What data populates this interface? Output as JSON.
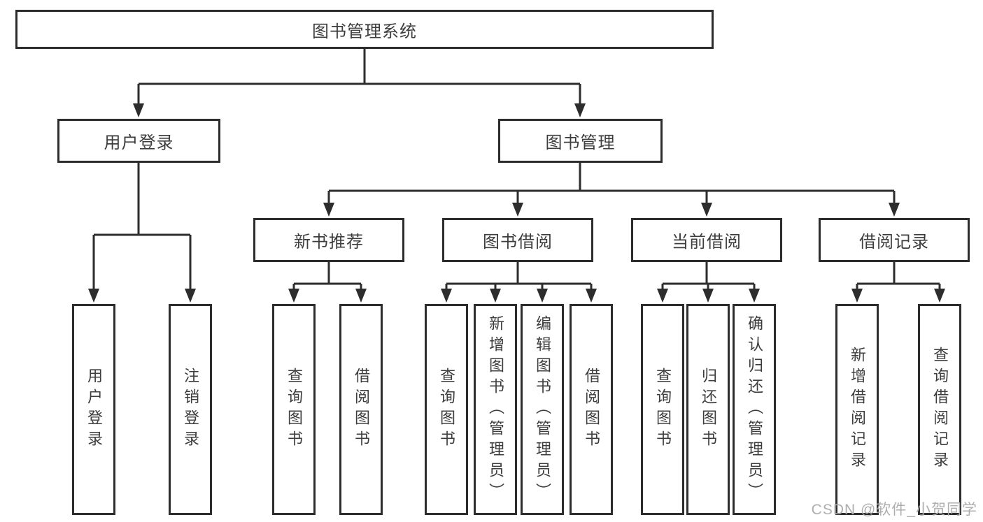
{
  "diagram": {
    "title": "图书管理系统",
    "root": {
      "label": "图书管理系统"
    },
    "branches": [
      {
        "label": "用户登录",
        "children": [
          {
            "label": "用户登录"
          },
          {
            "label": "注销登录"
          }
        ]
      },
      {
        "label": "图书管理",
        "children": [
          {
            "label": "新书推荐",
            "children": [
              {
                "label": "查询图书"
              },
              {
                "label": "借阅图书"
              }
            ]
          },
          {
            "label": "图书借阅",
            "children": [
              {
                "label": "查询图书"
              },
              {
                "label": "新增图书（管理员）"
              },
              {
                "label": "编辑图书（管理员）"
              },
              {
                "label": "借阅图书"
              }
            ]
          },
          {
            "label": "当前借阅",
            "children": [
              {
                "label": "查询图书"
              },
              {
                "label": "归还图书"
              },
              {
                "label": "确认归还（管理员）"
              }
            ]
          },
          {
            "label": "借阅记录",
            "children": [
              {
                "label": "新增借阅记录"
              },
              {
                "label": "查询借阅记录"
              }
            ]
          }
        ]
      }
    ],
    "style": {
      "line_color": "#2d2d2d",
      "box_background": "#ffffff",
      "text_color": "#3d3d3d",
      "watermark_color": "#aeaeae"
    }
  },
  "watermark": {
    "text": "CSDN @软件_小贺同学"
  }
}
